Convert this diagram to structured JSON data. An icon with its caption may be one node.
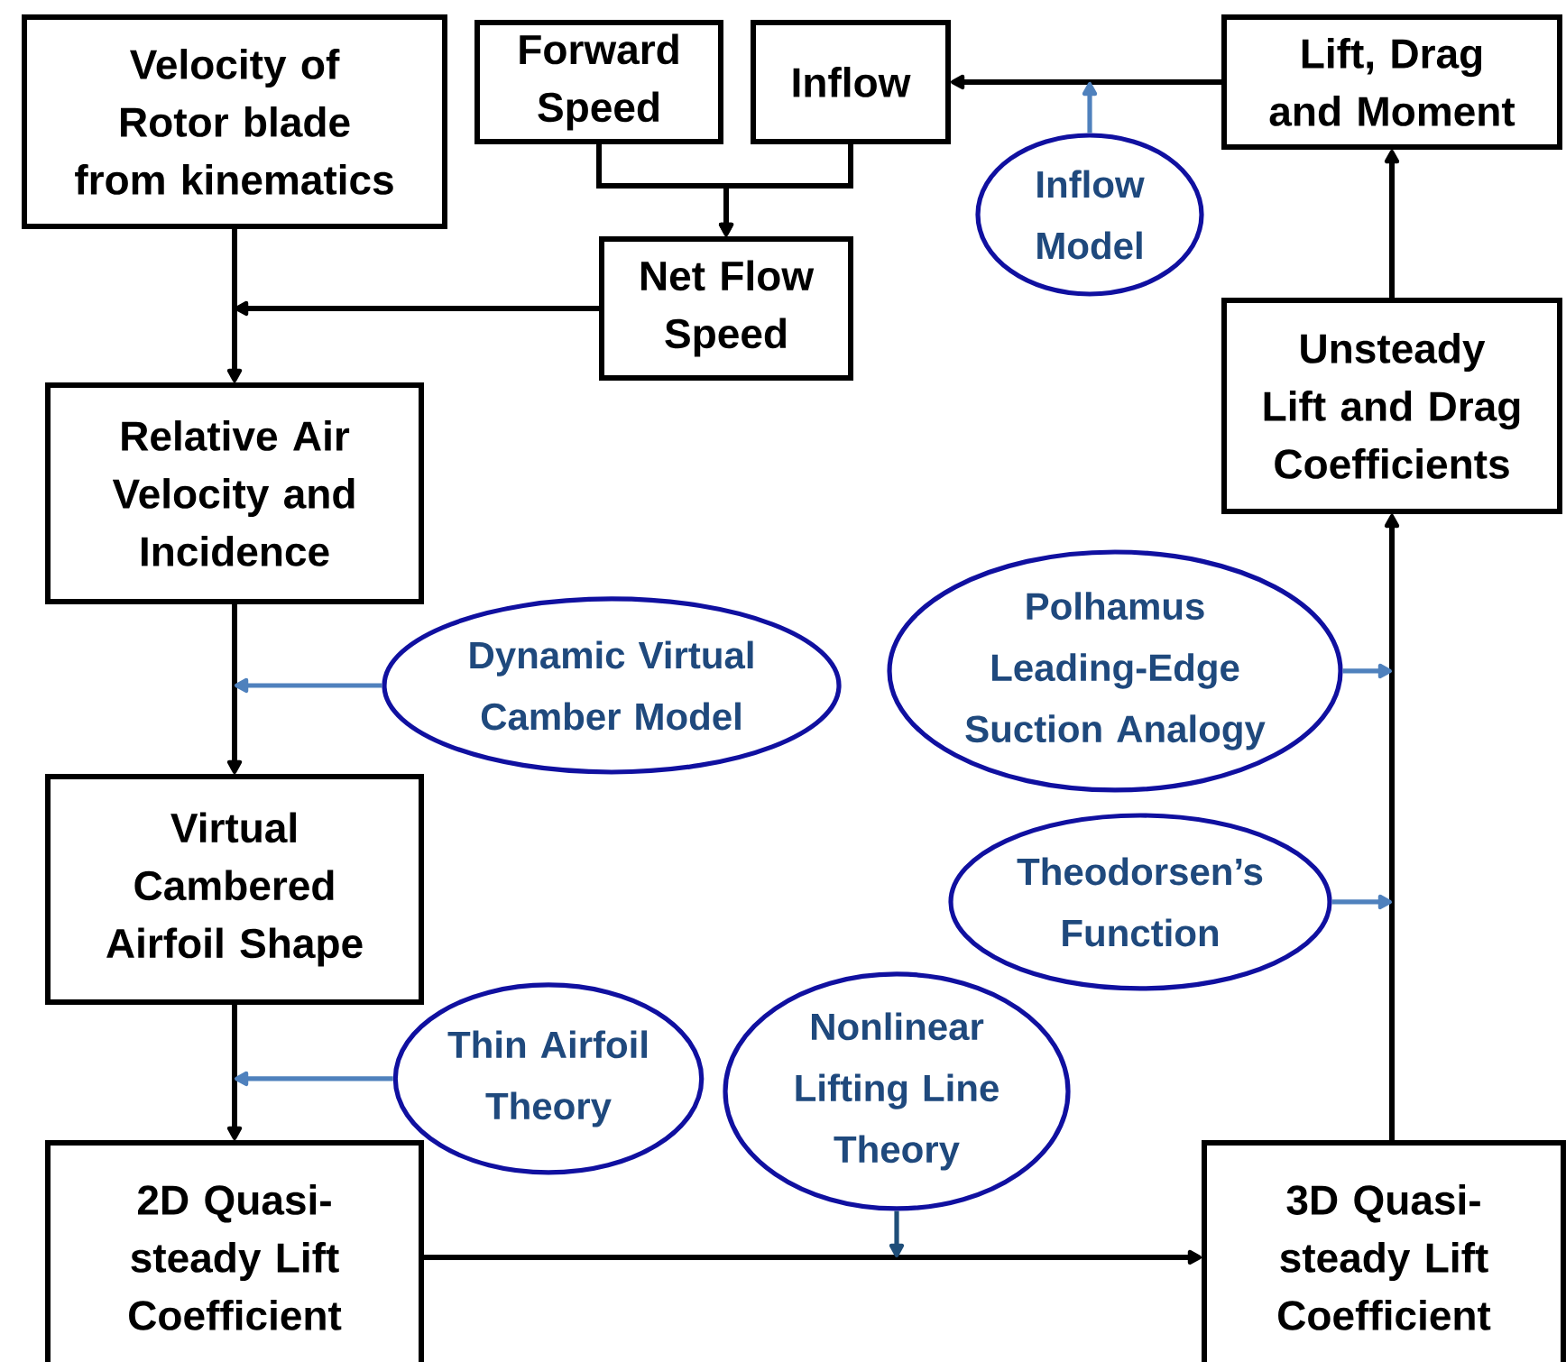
{
  "diagram": {
    "nodes": [
      {
        "text": [
          "Velocity of Rotor blade from kinematics"
        ]
      },
      {
        "text": [
          "Forward Speed"
        ]
      },
      {
        "text": [
          "Inflow"
        ]
      },
      {
        "text": [
          "Lift, Drag and Moment"
        ]
      },
      {
        "text": [
          "Inflow Model"
        ]
      },
      {
        "text": [
          "Net Flow Speed"
        ]
      },
      {
        "text": [
          "Relative Air Velocity and Incidence"
        ]
      },
      {
        "text": [
          "Unsteady Lift and Drag Coefficients"
        ]
      },
      {
        "text": [
          "Dynamic Virtual Camber Model"
        ]
      },
      {
        "text": [
          "Polhamus Leading-Edge Suction Analogy"
        ]
      },
      {
        "text": [
          "Virtual Cambered Airfoil Shape"
        ]
      },
      {
        "text": [
          "Theodorsen’s Function"
        ]
      },
      {
        "text": [
          "Thin Airfoil Theory"
        ]
      },
      {
        "text": [
          "Nonlinear Lifting Line Theory"
        ]
      },
      {
        "text": [
          "2D Quasi-steady Lift Coefficient"
        ]
      },
      {
        "text": [
          "3D Quasi-steady Lift Coefficient"
        ]
      }
    ],
    "edges": [
      {
        "from": 0,
        "to": 6,
        "arrow": "to"
      },
      {
        "from": 1,
        "to": 5,
        "arrow": "to"
      },
      {
        "from": 2,
        "to": 5,
        "arrow": "to"
      },
      {
        "from": 5,
        "to": 6,
        "arrow": "to"
      },
      {
        "from": 3,
        "to": 2,
        "arrow": "to"
      },
      {
        "from": 4,
        "to": null,
        "arrow": "to",
        "color": "#4f81bd"
      },
      {
        "from": 7,
        "to": 3,
        "arrow": "to"
      },
      {
        "from": 15,
        "to": 7,
        "arrow": "to"
      },
      {
        "from": 9,
        "to": null,
        "arrow": "to",
        "color": "#4f81bd"
      },
      {
        "from": 11,
        "to": null,
        "arrow": "to",
        "color": "#4f81bd"
      },
      {
        "from": 6,
        "to": 10,
        "arrow": "to"
      },
      {
        "from": 8,
        "to": null,
        "arrow": "to",
        "color": "#4f81bd"
      },
      {
        "from": 10,
        "to": 14,
        "arrow": "to"
      },
      {
        "from": 12,
        "to": null,
        "arrow": "to",
        "color": "#4f81bd"
      },
      {
        "from": 14,
        "to": 15,
        "arrow": "to"
      },
      {
        "from": 13,
        "to": null,
        "arrow": "to",
        "color": "#1f4e79"
      }
    ]
  }
}
